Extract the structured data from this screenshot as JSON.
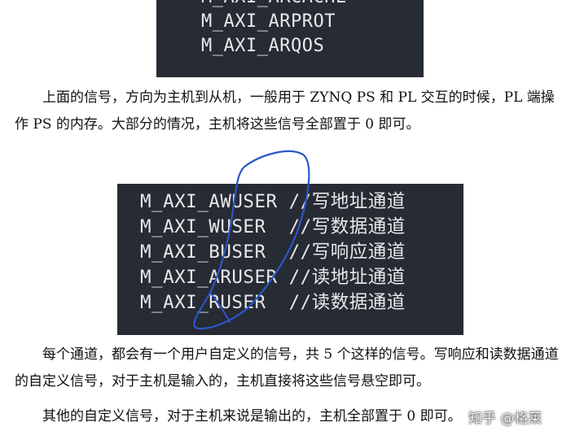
{
  "code_top": {
    "lines": [
      "M_AXI_ARCACHE",
      "M_AXI_ARPROT",
      "M_AXI_ARQOS"
    ]
  },
  "paragraph1": "上面的信号，方向为主机到从机，一般用于 ZYNQ PS 和 PL 交互的时候，PL 端操作 PS 的内存。大部分的情况，主机将这些信号全部置于 0 即可。",
  "code_main": {
    "lines": [
      "M_AXI_AWUSER //写地址通道",
      "M_AXI_WUSER  //写数据通道",
      "M_AXI_BUSER  //写响应通道",
      "M_AXI_ARUSER //读地址通道",
      "M_AXI_RUSER  //读数据通道"
    ]
  },
  "paragraph2": "每个通道，都会有一个用户自定义的信号，共 5 个这样的信号。写响应和读数据通道的自定义信号，对于主机是输入的，主机直接将这些信号悬空即可。",
  "paragraph3": "其他的自定义信号，对于主机来说是输出的，主机全部置于 0 即可。",
  "watermark": "知乎 @格莱"
}
